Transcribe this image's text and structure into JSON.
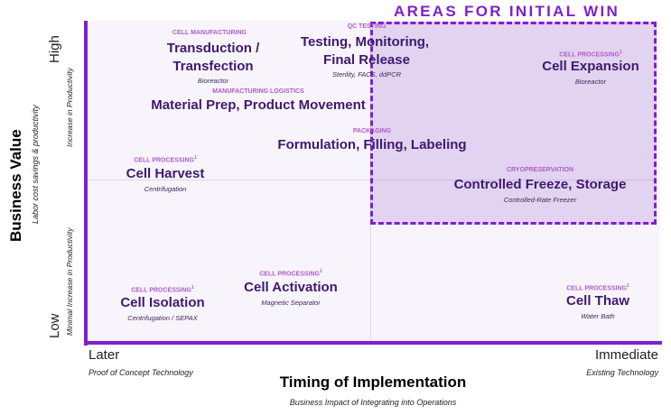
{
  "banner": "AREAS FOR INITIAL WIN",
  "y_axis": {
    "title": "Business Value",
    "subtitle": "Labor cost savings & productivity",
    "high": "High",
    "low": "Low",
    "high_note": "Increase in Productivity",
    "low_note": "Minimal Increase in Productivity"
  },
  "x_axis": {
    "title": "Timing of Implementation",
    "subtitle": "Business Impact of Integrating into Operations",
    "left": "Later",
    "left_note": "Proof of Concept Technology",
    "right": "Immediate",
    "right_note": "Existing Technology"
  },
  "items": {
    "transduction": {
      "category": "CELL MANUFACTURING",
      "line1": "Transduction /",
      "line2": "Transfection",
      "detail": "Bioreactor"
    },
    "qc": {
      "category": "QC TESTING",
      "line1": "Testing, Monitoring,",
      "line2": "Final Release",
      "detail": "Sterility, FACS, ddPCR"
    },
    "expansion": {
      "category": "CELL PROCESSING",
      "footnote": "1",
      "title": "Cell Expansion",
      "detail": "Bioreactor"
    },
    "material": {
      "category": "MANUFACTURING LOGISTICS",
      "title": "Material Prep, Product Movement"
    },
    "packaging": {
      "category": "PACKAGING",
      "title": "Formulation, Filling, Labeling"
    },
    "harvest": {
      "category": "CELL PROCESSING",
      "footnote": "1",
      "title": "Cell Harvest",
      "detail": "Centrifugation"
    },
    "freeze": {
      "category": "CRYOPRESERVATION",
      "title": "Controlled Freeze, Storage",
      "detail": "Controlled-Rate Freezer"
    },
    "isolation": {
      "category": "CELL PROCESSING",
      "footnote": "1",
      "title": "Cell Isolation",
      "detail": "Centrifugation / SEPAX"
    },
    "activation": {
      "category": "CELL PROCESSING",
      "footnote": "1",
      "title": "Cell Activation",
      "detail": "Magnetic Separator"
    },
    "thaw": {
      "category": "CELL PROCESSING",
      "footnote": "1",
      "title": "Cell Thaw",
      "detail": "Water Bath"
    }
  },
  "colors": {
    "accent": "#7d1fd1",
    "title_text": "#3d1a6e",
    "category_text": "#b05cc8"
  }
}
